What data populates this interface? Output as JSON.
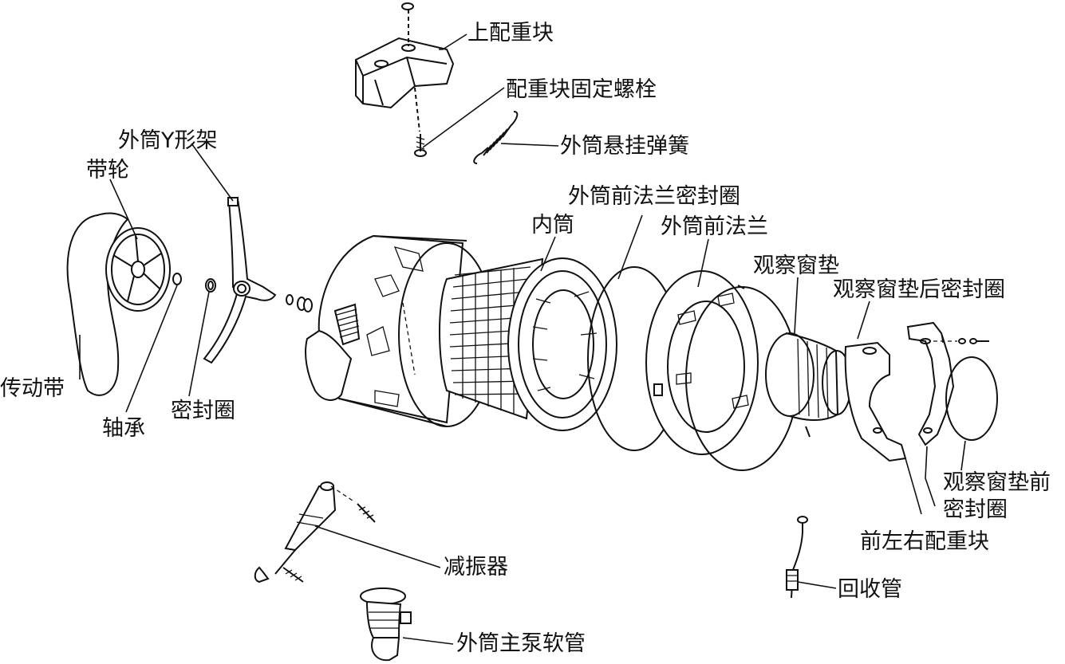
{
  "colors": {
    "ink": "#111111",
    "paper": "#ffffff"
  },
  "labels": {
    "top_counterweight": "上配重块",
    "counterweight_bolt": "配重块固定螺栓",
    "tub_spring": "外筒悬挂弹簧",
    "y_frame": "外筒Y形架",
    "pulley": "带轮",
    "belt": "传动带",
    "bearing": "轴承",
    "seal_ring": "密封圈",
    "front_flange_seal": "外筒前法兰密封圈",
    "inner_drum": "内筒",
    "front_flange": "外筒前法兰",
    "window_gasket": "观察窗垫",
    "gasket_rear_seal": "观察窗垫后密封圈",
    "gasket_front_seal_l1": "观察窗垫前",
    "gasket_front_seal_l2": "密封圈",
    "front_counterweights": "前左右配重块",
    "damper": "减振器",
    "return_pipe": "回收管",
    "pump_hose": "外筒主泵软管"
  }
}
